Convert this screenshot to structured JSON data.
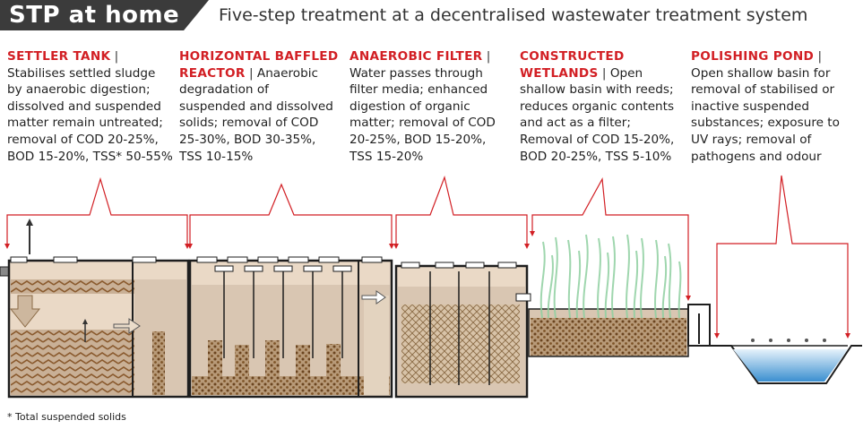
{
  "header": {
    "title": "STP at home",
    "subtitle": "Five-step treatment at a decentralised wastewater treatment system"
  },
  "stages": [
    {
      "head_lines": [
        "SETTLER TANK"
      ],
      "sep": " |",
      "body_first": "",
      "body_lines": [
        "Stabilises settled sludge",
        "by anaerobic digestion;",
        "dissolved and suspended",
        "matter remain untreated;",
        "removal of COD 20-25%,",
        "BOD 15-20%, TSS* 50-55%"
      ]
    },
    {
      "head_lines": [
        "HORIZONTAL BAFFLED",
        "REACTOR"
      ],
      "sep": " | ",
      "body_first": "Anaerobic",
      "body_lines": [
        "degradation of",
        "suspended and dissolved",
        "solids; removal of COD",
        "25-30%, BOD 30-35%,",
        "TSS 10-15%"
      ]
    },
    {
      "head_lines": [
        "ANAEROBIC FILTER"
      ],
      "sep": " |",
      "body_first": "",
      "body_lines": [
        "Water passes through",
        "filter media; enhanced",
        "digestion of organic",
        "matter; removal of COD",
        "20-25%, BOD 15-20%,",
        "TSS 15-20%"
      ]
    },
    {
      "head_lines": [
        "CONSTRUCTED",
        "WETLANDS"
      ],
      "sep": " | ",
      "body_first": "Open",
      "body_lines": [
        "shallow basin with reeds;",
        "reduces organic contents",
        "and act as a filter;",
        "Removal of COD 15-20%,",
        "BOD 20-25%, TSS 5-10%"
      ]
    },
    {
      "head_lines": [
        "POLISHING POND"
      ],
      "sep": " |",
      "body_first": "",
      "body_lines": [
        "Open shallow basin for",
        "removal of stabilised or",
        "inactive suspended",
        "substances; exposure to",
        "UV rays; removal of",
        "pathogens and odour"
      ]
    }
  ],
  "footnote": "* Total suspended solids",
  "colors": {
    "accent": "#d21f24",
    "title_bg": "#3b3b3b",
    "tank_fill": "#d9c6b2",
    "sludge": "#8a5a2e",
    "water": "#4a9fd8",
    "reeds": "#8fd0a0",
    "outline": "#1e1e1e"
  }
}
